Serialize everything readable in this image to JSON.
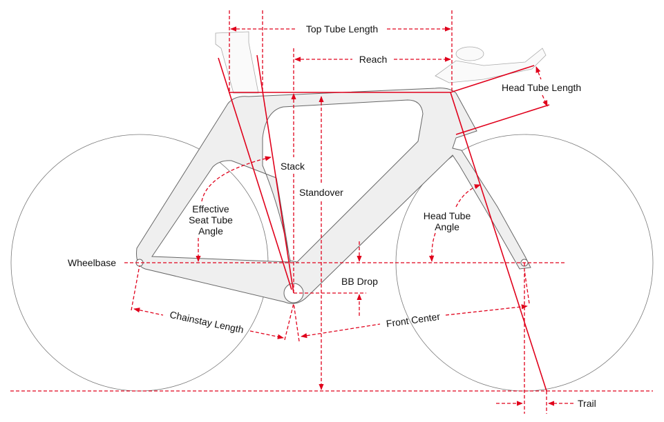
{
  "title": "Frame Geometry",
  "labels": {
    "top_tube_length": "Top Tube Length",
    "reach": "Reach",
    "head_tube_length": "Head Tube Length",
    "stack": "Stack",
    "standover": "Standover",
    "effective_seat_tube_angle": [
      "Effective",
      "Seat Tube",
      "Angle"
    ],
    "head_tube_angle": [
      "Head Tube",
      "Angle"
    ],
    "wheelbase": "Wheelbase",
    "bb_drop": "BB Drop",
    "chainstay_length": "Chainstay Length",
    "front_center": "Front Center",
    "trail": "Trail"
  },
  "colors": {
    "dimension": "#e0001b",
    "frame": "#efefef",
    "outline": "#666666"
  }
}
